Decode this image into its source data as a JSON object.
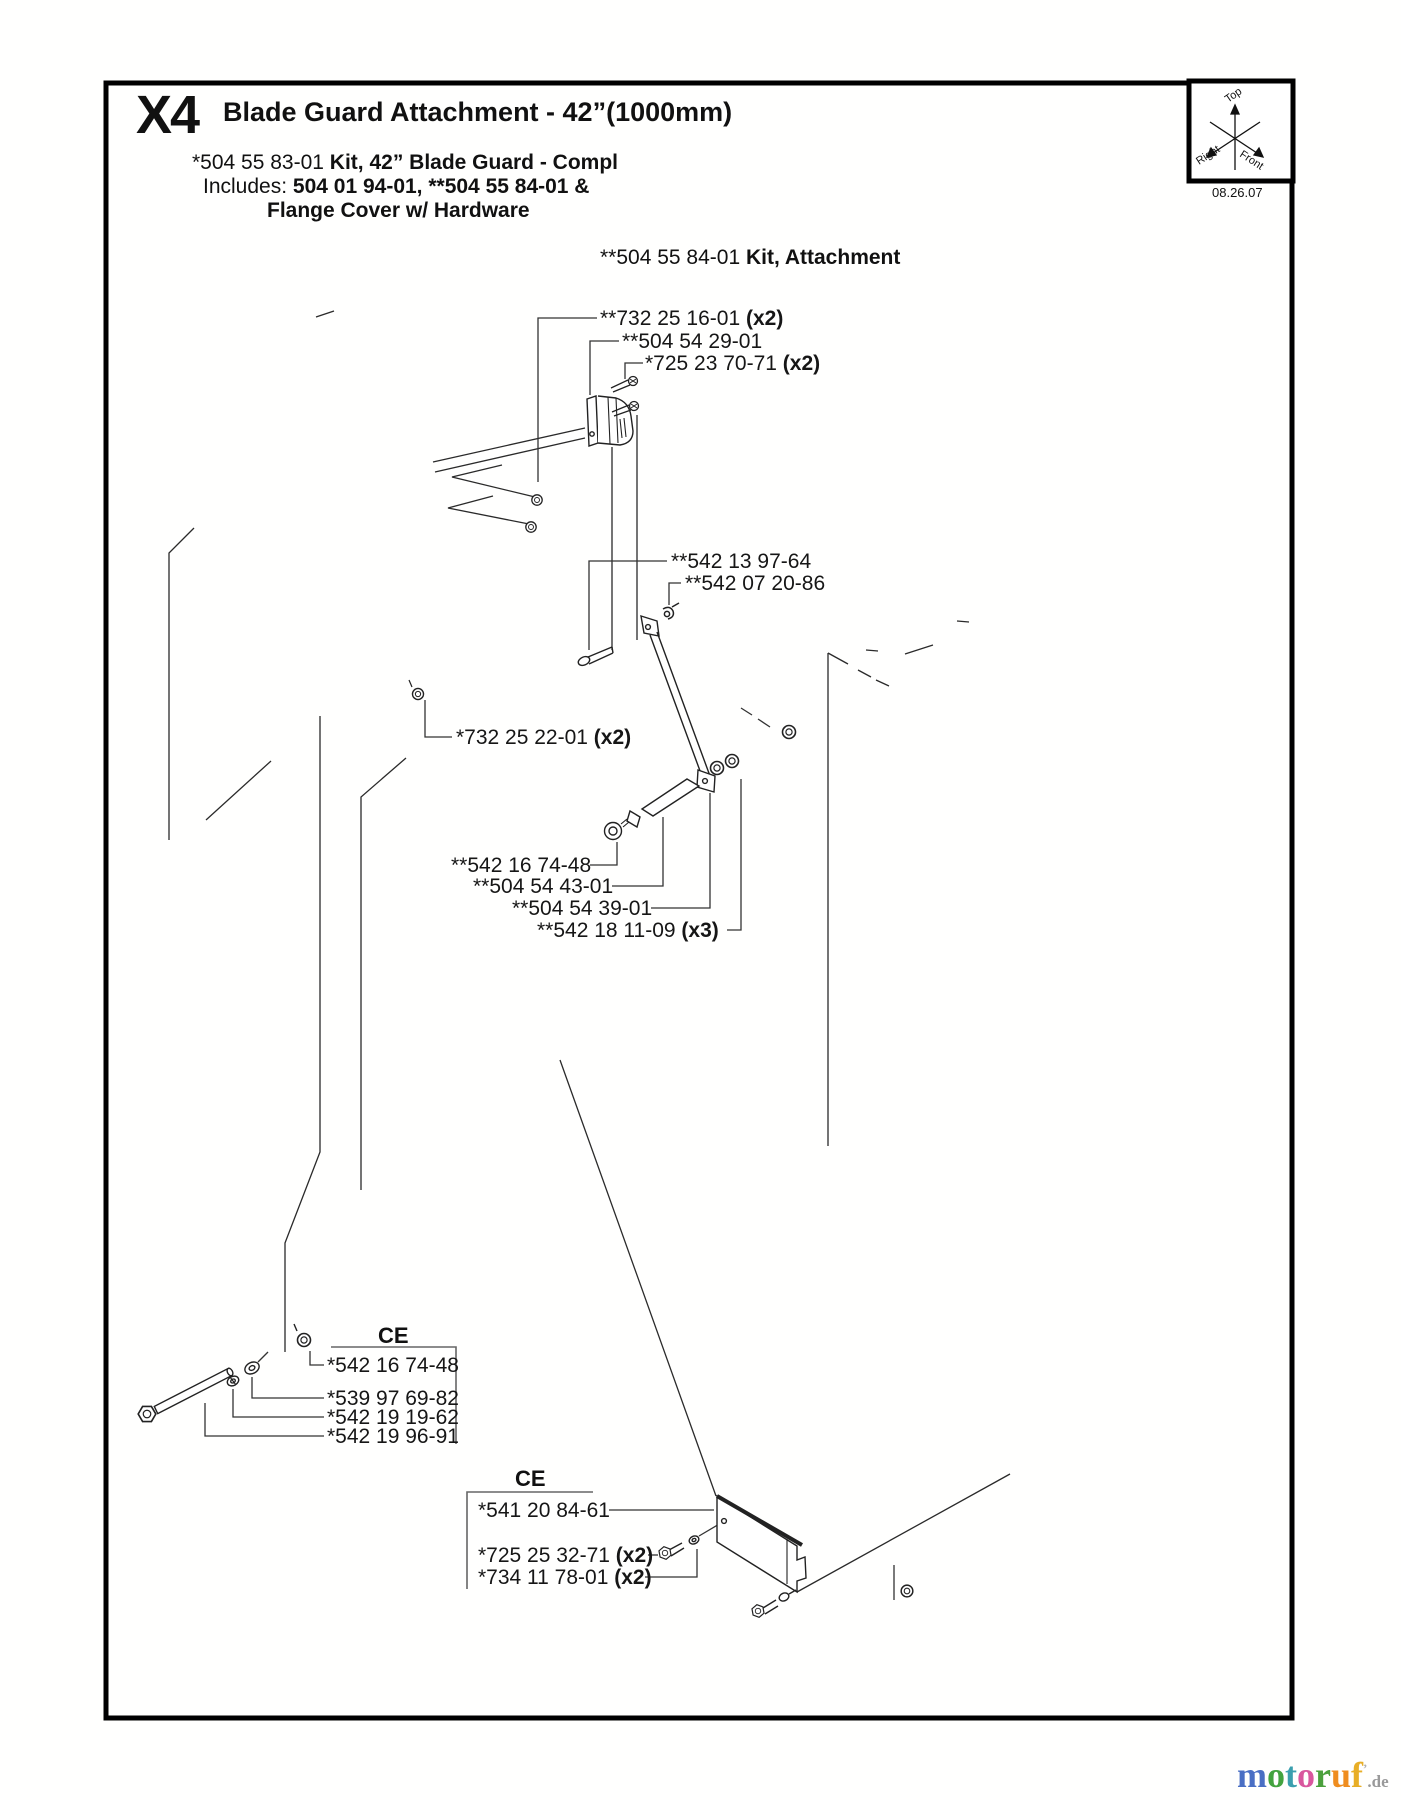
{
  "header": {
    "section_code": "X4",
    "title": "Blade Guard Attachment - 42”(1000mm)",
    "kit": {
      "num": "*504 55 83-01",
      "name": "Kit, 42” Blade Guard - Compl"
    },
    "includes": {
      "prefix": "Includes:",
      "items": "504 01 94-01, **504 55 84-01 &",
      "extra": "Flange Cover w/ Hardware"
    }
  },
  "orientation": {
    "date": "08.26.07",
    "top": "Top",
    "right": "Right",
    "front": "Front"
  },
  "subkit": {
    "num": "**504 55 84-01",
    "name": "Kit, Attachment"
  },
  "labels": {
    "l1": {
      "num": "**732 25 16-01",
      "qty": "(x2)"
    },
    "l2": {
      "num": "**504 54 29-01",
      "qty": ""
    },
    "l3": {
      "num": "*725 23 70-71",
      "qty": "(x2)"
    },
    "l4": {
      "num": "**542 13 97-64",
      "qty": ""
    },
    "l5": {
      "num": "**542 07 20-86",
      "qty": ""
    },
    "l6": {
      "num": "*732 25 22-01",
      "qty": "(x2)"
    },
    "l7": {
      "num": "**542 16 74-48",
      "qty": ""
    },
    "l8": {
      "num": "**504 54 43-01",
      "qty": ""
    },
    "l9": {
      "num": "**504 54 39-01",
      "qty": ""
    },
    "l10": {
      "num": "**542 18 11-09",
      "qty": "(x3)"
    }
  },
  "ce_box_1": {
    "title": "CE",
    "p1": "*542 16 74-48",
    "p2": "*539 97 69-82",
    "p3": "*542 19 19-62",
    "p4": "*542 19 96-91"
  },
  "ce_box_2": {
    "title": "CE",
    "p1": "*541 20 84-61",
    "p2": {
      "num": "*725 25 32-71",
      "qty": "(x2)"
    },
    "p3": {
      "num": "*734 11 78-01",
      "qty": "(x2)"
    }
  },
  "watermark": {
    "letters": [
      {
        "ch": "m",
        "color": "#4a6fc4"
      },
      {
        "ch": "o",
        "color": "#43a33f"
      },
      {
        "ch": "t",
        "color": "#3b9fae"
      },
      {
        "ch": "o",
        "color": "#d9579e"
      },
      {
        "ch": "r",
        "color": "#4ba03c"
      },
      {
        "ch": "u",
        "color": "#ef8d1f"
      },
      {
        "ch": "f",
        "color": "#e8ae26"
      }
    ],
    "suffix": ".de"
  }
}
